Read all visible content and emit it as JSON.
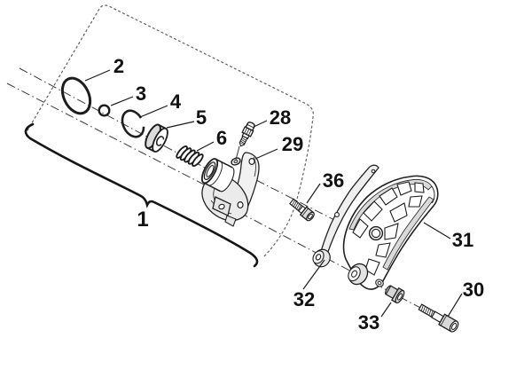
{
  "diagram": {
    "colors": {
      "background": "#ffffff",
      "line": "#1f1f1f",
      "shade": "#dadada"
    },
    "labels": {
      "p1": "1",
      "p2": "2",
      "p3": "3",
      "p4": "4",
      "p5": "5",
      "p6": "6",
      "p28": "28",
      "p29": "29",
      "p30": "30",
      "p31": "31",
      "p32": "32",
      "p33": "33",
      "p36": "36"
    }
  }
}
